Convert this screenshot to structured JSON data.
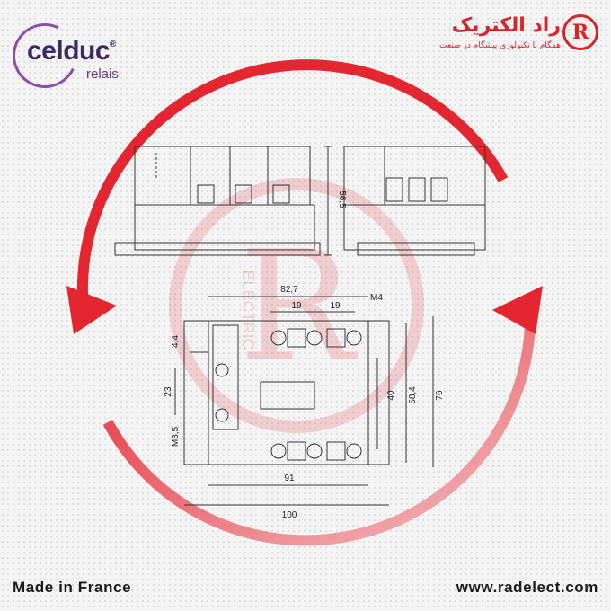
{
  "brand_left": {
    "name": "celduc",
    "registered": "®",
    "sub": "relais"
  },
  "brand_right": {
    "title": "راد الکتریک",
    "tagline": "همگام با تکنولوژی پیشگام در صنعت",
    "logo_letter": "R"
  },
  "watermark": {
    "text": "ELECTRIC",
    "letter": "R"
  },
  "dimensions": {
    "side_height": "56,5",
    "top_width": "82,7",
    "pitch_left": "19",
    "pitch_right": "19",
    "screw": "M4",
    "left_offset": "4,4",
    "left_pitch": "23",
    "left_screw": "M3,5",
    "right_inner": "40",
    "right_mid": "58,4",
    "right_outer": "76",
    "bottom_inner": "91",
    "bottom_outer": "100"
  },
  "footer": {
    "left": "Made in France",
    "right": "www.radelect.com"
  },
  "colors": {
    "arrow": "#e3262f",
    "line": "#333333",
    "brand": "#3c2a64",
    "accent": "#d6242b"
  }
}
